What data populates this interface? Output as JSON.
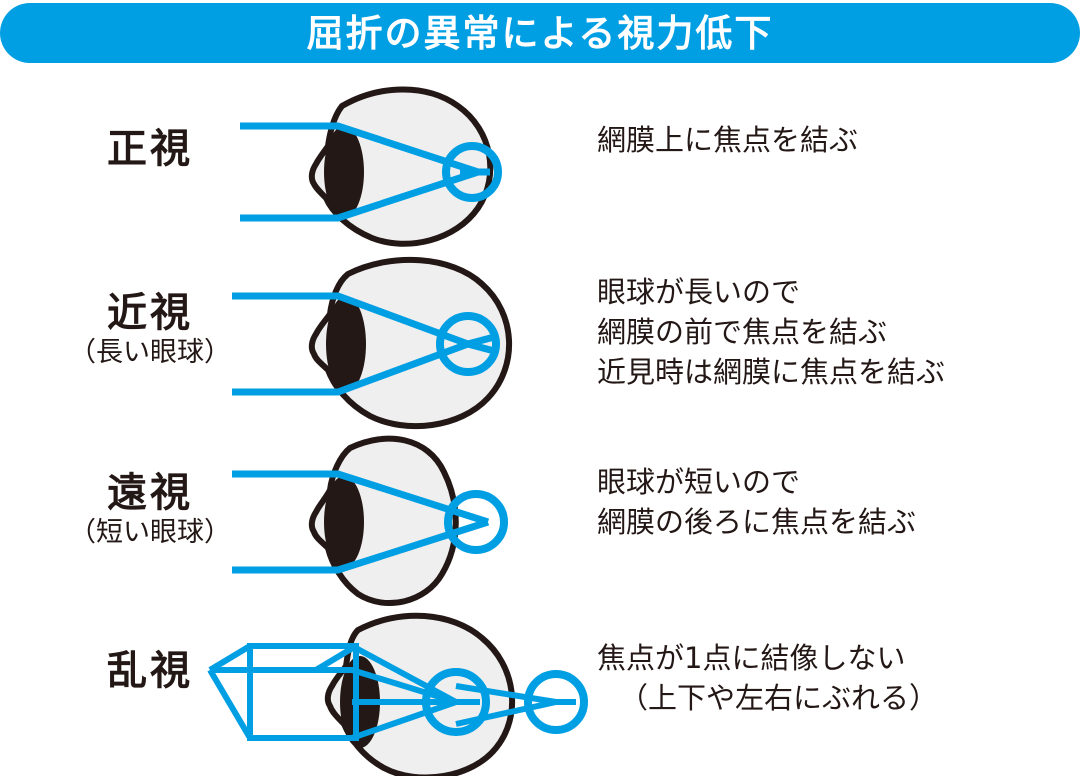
{
  "title": {
    "text": "屈折の異常による視力低下",
    "background_color": "#009FE3",
    "text_color": "#ffffff"
  },
  "colors": {
    "banner_blue": "#009FE3",
    "ray_blue": "#009FE3",
    "eye_outline": "#231815",
    "eye_fill": "#EFEFEF",
    "lens_fill": "#231815",
    "text": "#231815",
    "page_background": "#ffffff"
  },
  "rows": [
    {
      "id": "emmetropia",
      "label": "正視",
      "sublabel": "",
      "diagram_name": "emmetropia-eye-diagram",
      "description_lines": [
        "網膜上に焦点を結ぶ"
      ]
    },
    {
      "id": "myopia",
      "label": "近視",
      "sublabel": "（長い眼球）",
      "diagram_name": "myopia-eye-diagram",
      "description_lines": [
        "眼球が長いので",
        "網膜の前で焦点を結ぶ",
        "近見時は網膜に焦点を結ぶ"
      ]
    },
    {
      "id": "hyperopia",
      "label": "遠視",
      "sublabel": "（短い眼球）",
      "diagram_name": "hyperopia-eye-diagram",
      "description_lines": [
        "眼球が短いので",
        "網膜の後ろに焦点を結ぶ"
      ]
    },
    {
      "id": "astigmatism",
      "label": "乱視",
      "sublabel": "",
      "diagram_name": "astigmatism-eye-diagram",
      "description_lines": [
        "焦点が1点に結像しない",
        "（上下や左右にぶれる）"
      ]
    }
  ]
}
